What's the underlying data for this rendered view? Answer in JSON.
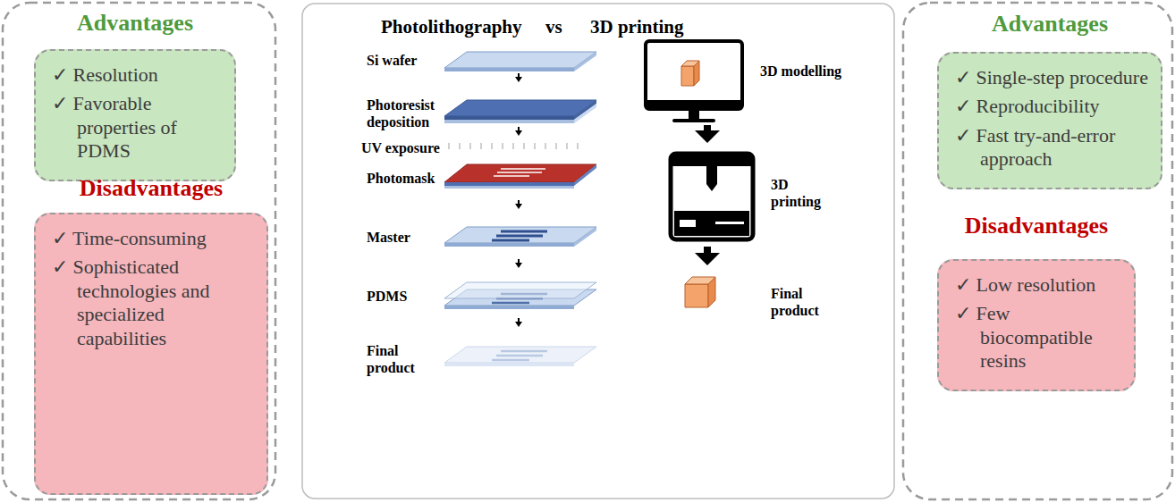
{
  "diagram": {
    "nodes": [
      {
        "text": [
          "Advantages",
          "✓ Resolution",
          "✓ Favorable properties of PDMS"
        ]
      },
      {
        "text": [
          "Disadvantages",
          "✓ Time-consuming",
          "✓ Sophisticated technologies and specialized capabilities"
        ]
      },
      {
        "text": [
          "Photolithography",
          "vs",
          "3D printing"
        ]
      },
      {
        "text": [
          "Advantages",
          "✓ Single-step procedure",
          "✓ Reproducibility",
          "✓ Fast try-and-error approach"
        ]
      },
      {
        "text": [
          "Disadvantages",
          "✓ Low resolution",
          "✓ Few biocompatible resins"
        ]
      }
    ],
    "edges": [],
    "labels": [
      "Si wafer",
      "Photoresist deposition",
      "UV exposure",
      "Photomask",
      "Master",
      "PDMS",
      "Final product",
      "3D modelling",
      "3D printing",
      "Final product"
    ]
  }
}
